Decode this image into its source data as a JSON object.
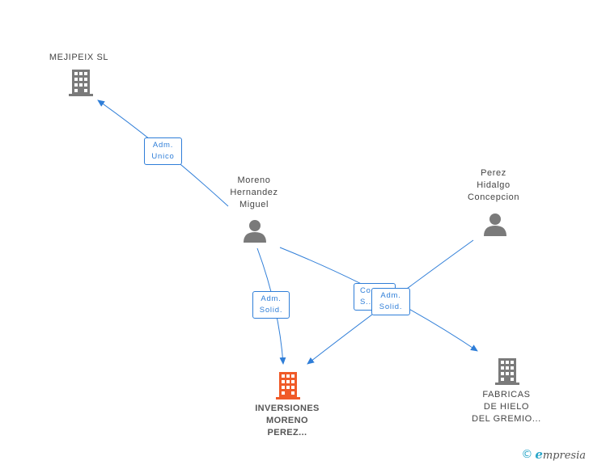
{
  "colors": {
    "edge": "#2f7ed8",
    "company": "#7a7a7a",
    "person": "#7a7a7a",
    "focus": "#f05a28"
  },
  "nodes": {
    "mejipeix": {
      "label": "MEJIPEIX SL",
      "icon": "building-icon"
    },
    "moreno": {
      "lines": [
        "Moreno",
        "Hernandez",
        "Miguel"
      ],
      "icon": "person-icon"
    },
    "perez": {
      "lines": [
        "Perez",
        "Hidalgo",
        "Concepcion"
      ],
      "icon": "person-icon"
    },
    "inversiones": {
      "lines": [
        "INVERSIONES",
        "MORENO",
        "PEREZ..."
      ],
      "icon": "building-icon"
    },
    "fabricas": {
      "lines": [
        "FABRICAS",
        "DE HIELO",
        "DEL GREMIO..."
      ],
      "icon": "building-icon"
    }
  },
  "edges": {
    "adm_unico": {
      "lines": [
        "Adm.",
        "Unico"
      ]
    },
    "adm_solid_left": {
      "lines": [
        "Adm.",
        "Solid."
      ]
    },
    "cons": {
      "lines": [
        "Co...",
        "S..."
      ]
    },
    "adm_solid_right": {
      "lines": [
        "Adm.",
        "Solid."
      ]
    }
  },
  "brand": {
    "copyright": "©",
    "initial": "e",
    "rest": "mpresia"
  }
}
